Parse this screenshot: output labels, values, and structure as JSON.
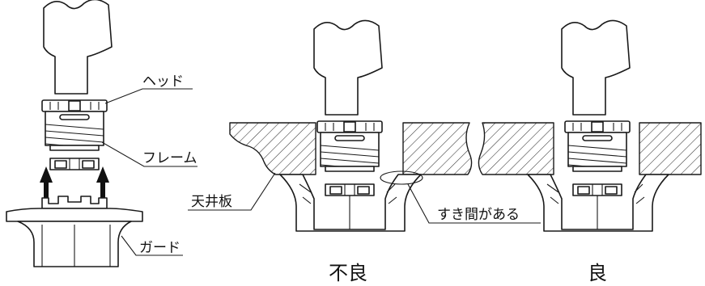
{
  "labels": {
    "head": "ヘッド",
    "frame": "フレーム",
    "ceiling_board": "天井板",
    "guard": "ガード",
    "gap": "すき間がある",
    "bad": "不良",
    "good": "良"
  },
  "icons": [
    "arrow-up-icon",
    "arrow-up-icon"
  ]
}
